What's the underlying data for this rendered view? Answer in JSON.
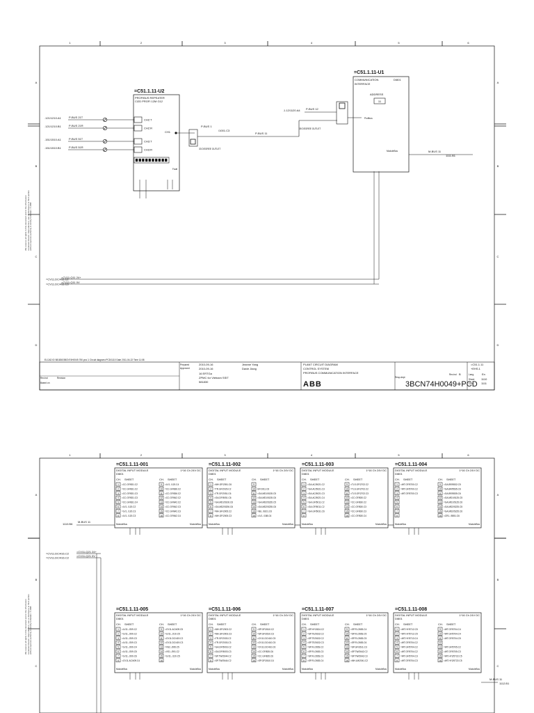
{
  "sheet1": {
    "col_numbers": [
      "1",
      "2",
      "3",
      "4",
      "5",
      "6"
    ],
    "row_letters": [
      "A",
      "B",
      "C",
      "D"
    ],
    "side_note": "We reserve all rights in this document and in the information contained therein. Reproduction, use or disclosure to third parties without express authority is strictly forbidden. © ABB",
    "repeater": {
      "tag": "=C51.1.11-U2",
      "line1": "PROFIBUS REPEATER",
      "line2": "CI2D PROFI 12M G12",
      "channels": [
        "CH2:T",
        "CH2:R",
        "CH3:T",
        "CH3:R"
      ],
      "ch1": "CH1",
      "ch_prefix": "CH",
      "fault": "Fault",
      "bus_labels": [
        "P-BUS 21T",
        "P-BUS 21R",
        "P-BUS 51T",
        "P-BUS 51R"
      ],
      "refs": [
        ".121/1210.A1",
        ".121/1210.B1",
        ".151/1510.A1",
        ".151/1510.B1"
      ]
    },
    "pbus1": "P-BUS 1",
    "pbus1_ref": "/1001.C3",
    "pbus11": "P-BUS 11",
    "outlet1": "33 DEGREE OUTLET",
    "outlet2": "35 DEGREE OUTLET",
    "pbus12": "P-BUS 12",
    "pbus12_ref": ".1.12/1120.A4",
    "ci": {
      "tag": "=C51.1.11-U1",
      "line1": "COMMUNICATION",
      "line2": "INTERFACE",
      "code": "DI801",
      "address_label": "ADDRESS",
      "address_value": "11",
      "profibus": "Profibus",
      "modulebus": "ModuleBus"
    },
    "mbus11": "M-BUS 11",
    "mbus11_ref": "1111.B1",
    "power_lines": [
      "=CV11.DC/411.C2",
      "=CV11.DC/411.C3"
    ],
    "power_labels": [
      "=CV11-Q11 24+",
      "=CV11-Q11 0V"
    ],
    "title_block": {
      "elcad": "ELCAD ID 581830/3BCN74H0049-750.pro/-1 Circuit diagram=PCD/1110  Date 2011-04-22  Time 11:08",
      "prepared_label": "Prepared",
      "approved_label": "Approved",
      "prepared_date": "2010-09-16",
      "approved_date": "2010-09-16",
      "prepared_by": "Jeanne Yang",
      "approved_by": "Davie Jiang",
      "project1": "16 ERTGa",
      "project2": "ZPMC for Vietnam SSIT",
      "project3": "581830",
      "title1": "PLANT CIRCUIT DIAGRAM",
      "title2": "CONTROL SYSTEM",
      "title3": "PROFIBUS COMMUNICATION INTERFACE",
      "logo": "ABB",
      "loc1": "=C51.1.11",
      "loc2": "+EHS.1",
      "doc_no": "3BCN74H0049+PCD",
      "rev_label": "Rev.ind",
      "rev": "B",
      "lang_label": "Lang.",
      "lang": "En",
      "sheet_label": "Sheet",
      "sheet": "1110",
      "cont_label": "Cont.",
      "cont": "1111",
      "rev_ind": "Rev.ind",
      "revision": "Revision",
      "based_on": "Based on",
      "resp_dept": "Resp.dept"
    }
  },
  "sheet2": {
    "col_numbers": [
      "1",
      "2",
      "3",
      "4",
      "5",
      "6"
    ],
    "row_letters": [
      "A",
      "B",
      "C"
    ],
    "side_note": "We reserve all rights in this document and in the information contained therein. Reproduction, use or disclosure to third parties without express authority is strictly forbidden. © ABB",
    "mbus_in": "M-BUS 11",
    "mbus_in_ref": "1110.B6",
    "mbus_out": "M-BUS 11",
    "mbus_out_ref": "1112.B1",
    "power_lines": [
      "=CV11.DC/416.C2",
      "=CV11.DC/416.C2"
    ],
    "power_labels": [
      "=CV11-Q21 24+",
      "=CV11-Q21 0V"
    ],
    "module_title": "DIGITAL INPUT MODULE",
    "module_rating": "1*16 Ch 24V DC",
    "module_code": "DI801",
    "ch_header": "CH.",
    "sheet_header": "SHEET",
    "modulebus": "ModuleBus",
    "modules": [
      {
        "tag": "=C51.1.11-001",
        "left": [
          "=CC.GF/831.C2",
          "=CC.GF/831.C2",
          "=CC.GF/831.C3",
          "=CC.GF/831.C3",
          "=CC.GF/831.C4",
          "=LV1../120.C2",
          "=LV1../120.C3",
          "=LV1../120.C3"
        ],
        "right": [
          "=LV1../120.C4",
          "=CC.GF/836.C2",
          "=CC.GF/836.C2",
          "=CC.GF/842.C2",
          "=CC.GF/842.C2",
          "=CC.GF/842.C3",
          "=CC.GF/842.C3",
          "=CC.GF/842.C4"
        ]
      },
      {
        "tag": "=C51.1.11-002",
        "left": [
          "=MH.GF/2051.C6",
          "=TR.GF/2029.C2",
          "=TR.GF/2051.C6",
          "=GA.DF/5051.C6",
          "=GA.MD1/5106.C6",
          "=GA.MD2/5206.C6",
          "=MH.GF/2005.C2",
          "=MH.GF/2005.C3"
        ],
        "right": [
          "",
          "GF/1011.C6",
          "=GA.MD1/5135.C5",
          "=GA.MD1/5135.C6",
          "=GA.MD2/5235.C5",
          "=GA.MD2/5235.C6",
          "=BU../6101.C6",
          "=LV1../158.C6"
        ]
      },
      {
        "tag": "=C51.1.11-003",
        "left": [
          "=GA.AC/5021.C2",
          "=GA.AC/5021.C3",
          "=GA.AC/5021.C3",
          "=GA.AC/5021.C4",
          "=GA.GF/5011.C2",
          "=GA.GF/5011.C2",
          "=GA.GF/5031.C6",
          ""
        ],
        "right": [
          "=TLS.GF/2702.C2",
          "=TLS.GF/2702.C2",
          "=TLS.GF/2702.C3",
          "=CC.GF/830.C2",
          "=CC.GF/830.C2",
          "=CC.GF/830.C3",
          "=CC.GF/830.C3",
          "=CC.GF/830.C4"
        ]
      },
      {
        "tag": "=C51.1.11-004",
        "left": [
          "=WT.GF/5700.C2",
          "=WT.GF/5700.C2",
          "=WT.GF/5700.C3",
          "",
          "",
          "",
          "",
          ""
        ],
        "right": [
          "=GA.BR/5532.C5",
          "=GA.BR/5535.C6",
          "=GA.BR/5535.C6",
          "=GA.MD1/5125.C5",
          "=GA.MD1/5125.C6",
          "=GA.MD2/5225.C5",
          "=GA.MD2/5225.C6",
          "=CR1../5551.C6"
        ]
      },
      {
        "tag": "=C51.1.11-005",
        "left": [
          "=LV11../209.C2",
          "=LV11../209.C2",
          "=LV11../209.C3",
          "=LV11../209.C3",
          "=LV11../209.C4",
          "=LV11../209.C5",
          "=LV11../209.C6",
          "=CV11.AC/409.C4"
        ],
        "right": [
          "=CV11.AC/409.C5",
          "=LV11../210.C5",
          "=CV11.DC/419.C2",
          "=CV11.DC/419.C3",
          "=VS2../395.C5",
          "=VS1../391.C2",
          "=LV11../120.C5",
          ""
        ]
      },
      {
        "tag": "=C51.1.11-006",
        "left": [
          "=MH.GF/2003.C2",
          "=MH.GF/2003.C3",
          "=TR.GF/2003.C2",
          "=TR.GF/2003.C3",
          "=GA.DF/5003.C2",
          "=GA.DF/5003.C3",
          "=SP.TW/2644.C2",
          "=SP.TW/2644.C2"
        ],
        "right": [
          "=SP.GF/2610.C2",
          "=SP.GF/2610.C3",
          "=CV11.DC/410.C5",
          "=CV11.DC/410.C5",
          "=CV11.DC/410.C6",
          "=CC.GF/835.C6",
          "=CC.GF/835.C6",
          "=SP.GF/2610.C4"
        ]
      },
      {
        "tag": "=C51.1.11-007",
        "left": [
          "=SP.HY/2624.C2",
          "=SP.TE/2632.C2",
          "=SP.TE/2632.C2",
          "=SP.TE/2632.C3",
          "=SP.FL/2653.C2",
          "=SP.FL/2653.C3",
          "=SP.FL/2653.C3",
          "=SP.FL/2653.C4"
        ],
        "right": [
          "=SP.FL/2653.C4",
          "=SP.FL/2653.C5",
          "=SP.FL/2653.C5",
          "=SP.FL/2653.C6",
          "=SP.GF/2611.C3",
          "=SP.TW/2642.C2",
          "=SP.TW/2642.C3",
          "=MH.LM/2041.C2"
        ]
      },
      {
        "tag": "=C51.1.11-008",
        "left": [
          "=WT.HY/5712.C5",
          "=WT.HY/5712.C5",
          "=WT.HY/5713.C4",
          "=WT.GF/5704.C2",
          "=WT.GF/5704.C2",
          "=WT.GF/5704.C2",
          "=WT.GF/5704.C3",
          "=WT.GF/5704.C3"
        ],
        "right": [
          "=WT.GF/5704.C4",
          "=WT.GF/5704.C4",
          "=WT.GF/5704.C5",
          "",
          "=WT.GF/5705.C2",
          "=WT.GF/5705.C3",
          "=WT.HY2/5722.C5",
          "=WT.HY2/5722.C5"
        ]
      }
    ]
  },
  "colors": {
    "line": "#111111",
    "paper": "#ffffff"
  },
  "icons": [
    "connector-icon",
    "terminal-block-icon"
  ]
}
